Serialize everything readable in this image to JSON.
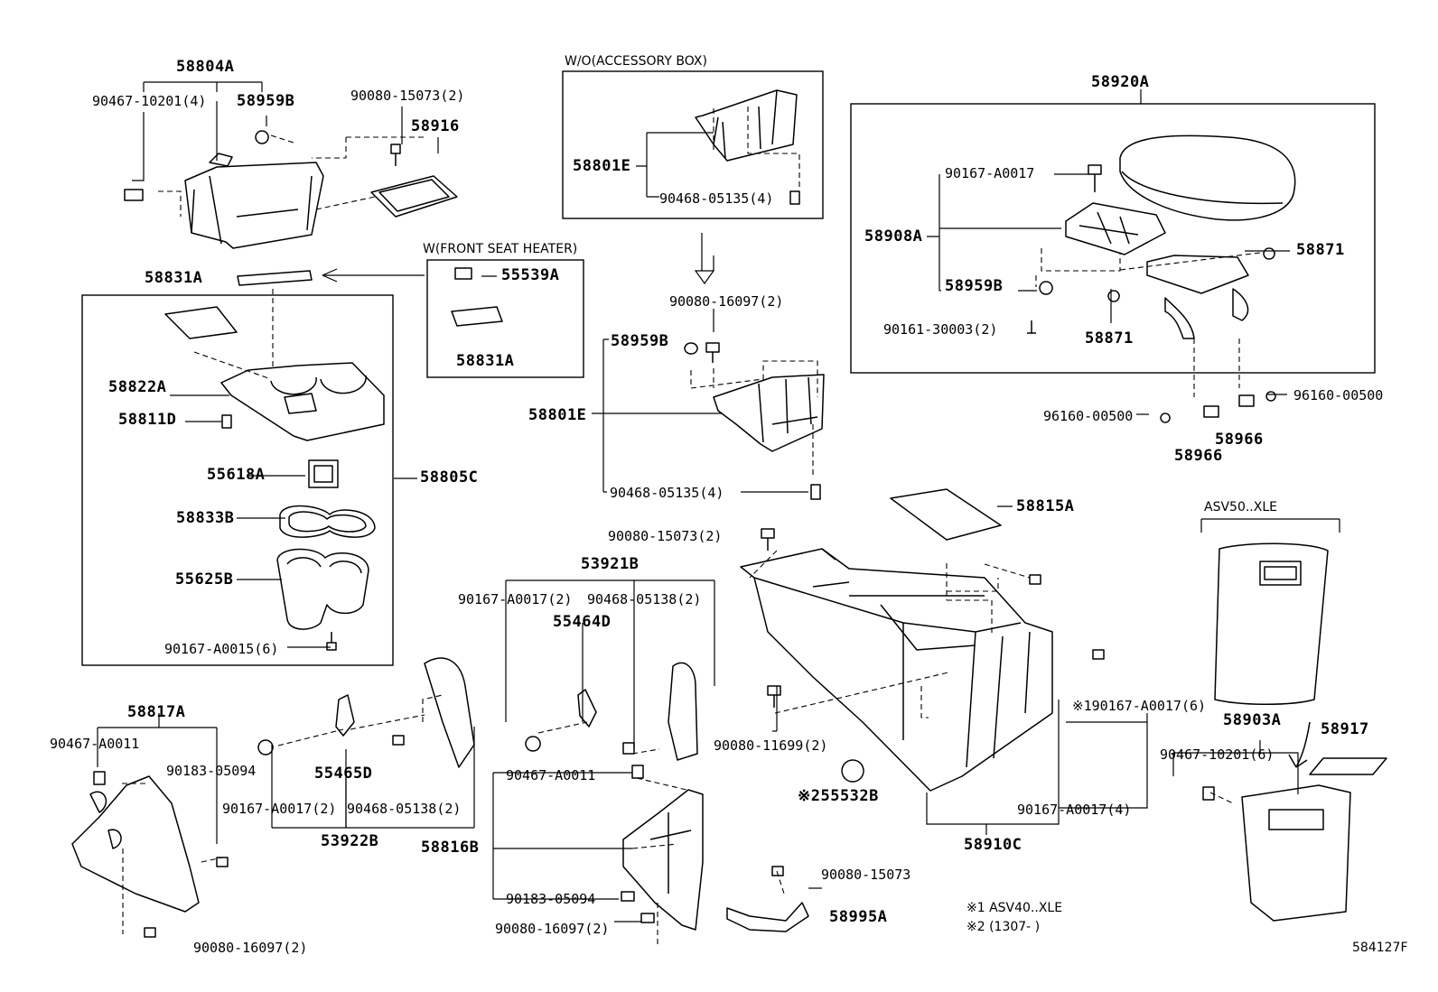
{
  "labels": {
    "l58804A": "58804A",
    "l90467_10201_4": "90467-10201(4)",
    "l58959B_a": "58959B",
    "l90080_15073_2a": "90080-15073(2)",
    "l58916": "58916",
    "l58831A_a": "58831A",
    "l58822A": "58822A",
    "l58811D": "58811D",
    "l55618A": "55618A",
    "l58833B": "58833B",
    "l55625B": "55625B",
    "l90167_A0015_6": "90167-A0015(6)",
    "l58805C": "58805C",
    "lWfront": "W(FRONT SEAT HEATER)",
    "l55539A": "55539A",
    "l58831A_b": "58831A",
    "lWOacc": "W/O(ACCESSORY BOX)",
    "l58801E_a": "58801E",
    "l90468_05135_4a": "90468-05135(4)",
    "l90080_16097_2a": "90080-16097(2)",
    "l58959B_b": "58959B",
    "l58801E_b": "58801E",
    "l90468_05135_4b": "90468-05135(4)",
    "l58920A": "58920A",
    "l90167_A0017_a": "90167-A0017",
    "l58908A": "58908A",
    "l58959B_c": "58959B",
    "l90161_30003_2": "90161-30003(2)",
    "l58871_a": "58871",
    "l58871_b": "58871",
    "l96160_00500_a": "96160-00500",
    "l96160_00500_b": "96160-00500",
    "l58966_a": "58966",
    "l58966_b": "58966",
    "l58815A": "58815A",
    "lASV50": "ASV50..XLE",
    "l90080_15073_2b": "90080-15073(2)",
    "l53921B": "53921B",
    "l90167_A0017_2a": "90167-A0017(2)",
    "l90468_05138_2a": "90468-05138(2)",
    "l55464D": "55464D",
    "l58817A": "58817A",
    "l90467_A0011_a": "90467-A0011",
    "l90183_05094_a": "90183-05094",
    "l55465D": "55465D",
    "l90167_A0017_2b": "90167-A0017(2)",
    "l90468_05138_2b": "90468-05138(2)",
    "l53922B": "53922B",
    "l90080_16097_2b": "90080-16097(2)",
    "l90467_A0011_b": "90467-A0011",
    "l58816B": "58816B",
    "l90183_05094_b": "90183-05094",
    "l90080_16097_2c": "90080-16097(2)",
    "l90080_11699_2": "90080-11699(2)",
    "l55532B": "※255532B",
    "l90080_15073": "90080-15073",
    "l58995A": "58995A",
    "l190167": "※190167-A0017(6)",
    "l58903A": "58903A",
    "l58917": "58917",
    "l90467_10201_6": "90467-10201(6)",
    "l90167_A0017_4": "90167-A0017(4)",
    "l58910C": "58910C",
    "lnote1": "※1 ASV40..XLE",
    "lnote2": "※2 (1307-        )",
    "lref": "584127F"
  },
  "colors": {
    "ink": "#000000",
    "background": "#ffffff"
  }
}
